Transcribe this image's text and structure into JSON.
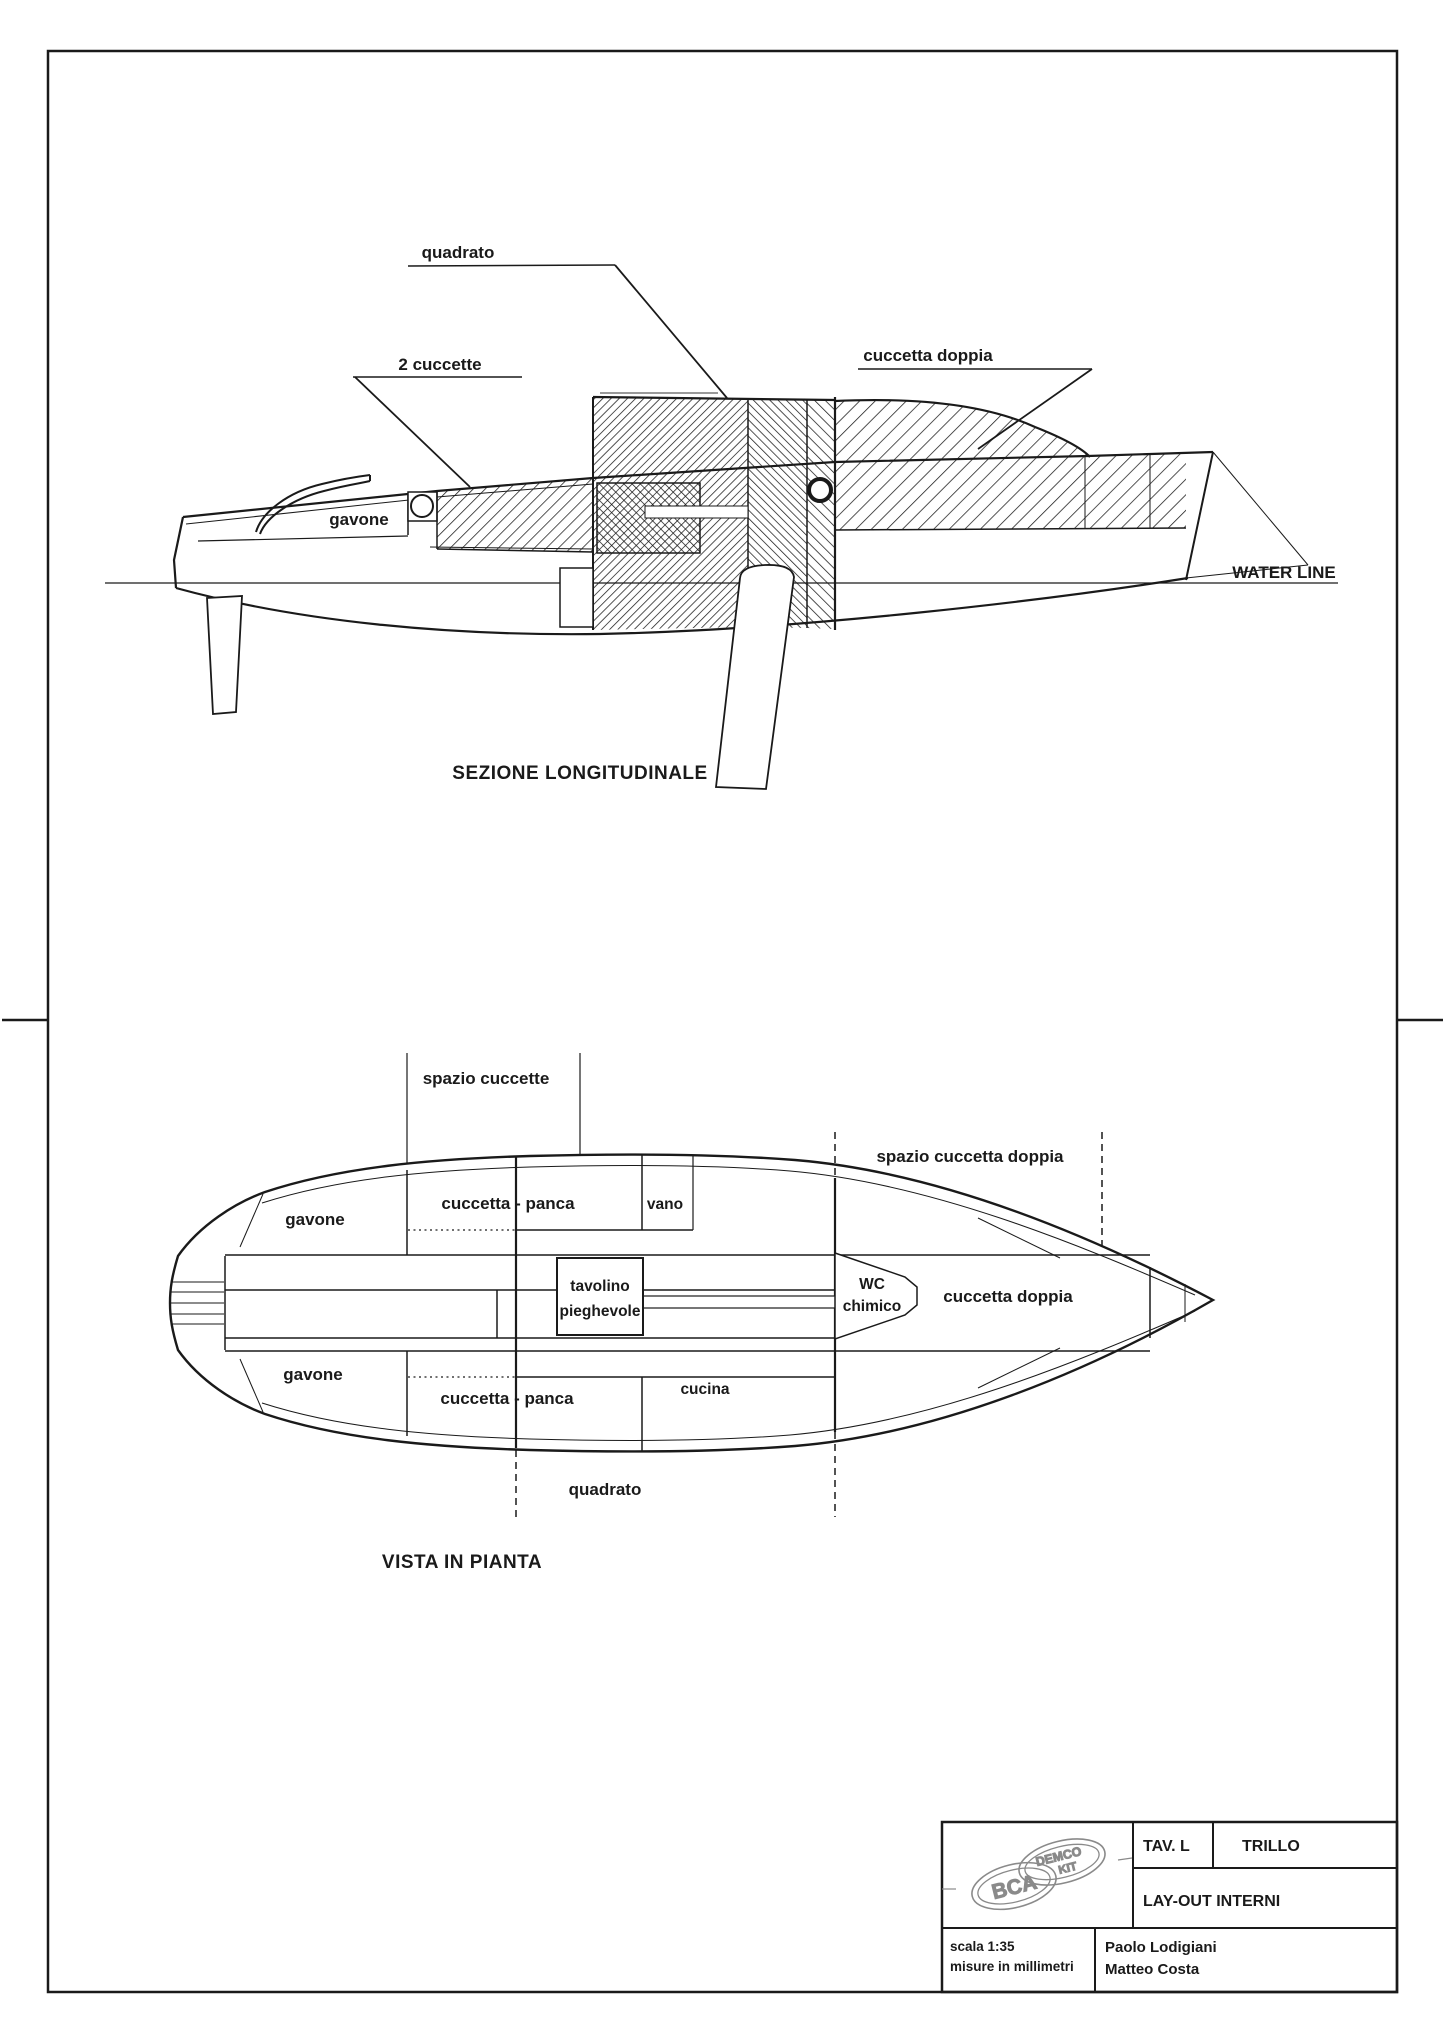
{
  "section": {
    "title": "SEZIONE LONGITUDINALE",
    "labels": {
      "quadrato": "quadrato",
      "due_cuccette": "2 cuccette",
      "cuccetta_doppia": "cuccetta doppia",
      "gavone": "gavone",
      "water_line": "WATER LINE"
    }
  },
  "plan": {
    "title": "VISTA IN PIANTA",
    "labels": {
      "spazio_cuccette": "spazio cuccette",
      "spazio_cuccetta_doppia": "spazio cuccetta doppia",
      "gavone_top": "gavone",
      "gavone_bottom": "gavone",
      "cuccetta_panca_top": "cuccetta - panca",
      "cuccetta_panca_bottom": "cuccetta - panca",
      "vano": "vano",
      "tavolino_line1": "tavolino",
      "tavolino_line2": "pieghevole",
      "wc_line1": "WC",
      "wc_line2": "chimico",
      "cuccetta_doppia": "cuccetta doppia",
      "cucina": "cucina",
      "quadrato": "quadrato"
    }
  },
  "title_block": {
    "tav": "TAV. L",
    "boat_name": "TRILLO",
    "drawing_title": "LAY-OUT INTERNI",
    "scale": "scala 1:35",
    "units": "misure in millimetri",
    "author1": "Paolo Lodigiani",
    "author2": "Matteo Costa",
    "logo": {
      "brand1": "BCA",
      "brand2": "DEMCO",
      "brand3": "KIT"
    }
  },
  "colors": {
    "line": "#1a1a1a",
    "logo_gray": "#8a8a8a",
    "hatch": "#1a1a1a"
  }
}
